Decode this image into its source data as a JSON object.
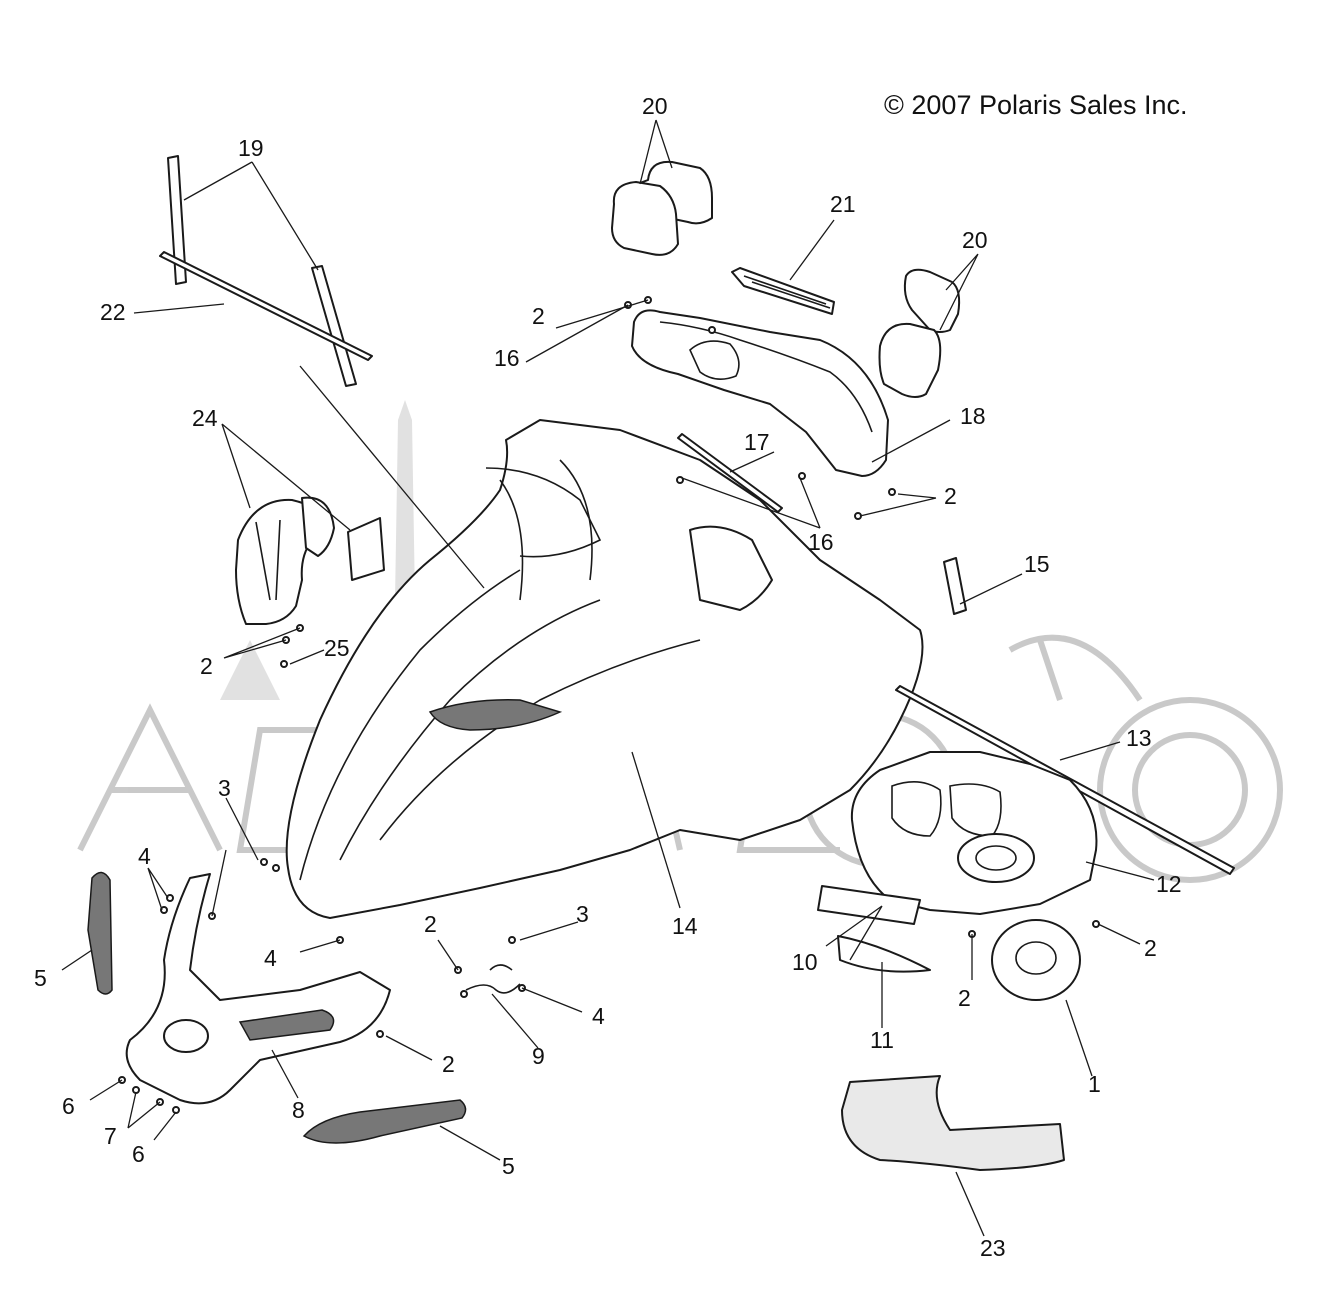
{
  "copyright": "© 2007 Polaris Sales Inc.",
  "callouts": [
    {
      "id": "20a",
      "label": "20"
    },
    {
      "id": "19",
      "label": "19"
    },
    {
      "id": "21",
      "label": "21"
    },
    {
      "id": "20b",
      "label": "20"
    },
    {
      "id": "22",
      "label": "22"
    },
    {
      "id": "2a",
      "label": "2"
    },
    {
      "id": "16a",
      "label": "16"
    },
    {
      "id": "24",
      "label": "24"
    },
    {
      "id": "18",
      "label": "18"
    },
    {
      "id": "17",
      "label": "17"
    },
    {
      "id": "2b",
      "label": "2"
    },
    {
      "id": "16b",
      "label": "16"
    },
    {
      "id": "15",
      "label": "15"
    },
    {
      "id": "2c",
      "label": "2"
    },
    {
      "id": "25",
      "label": "25"
    },
    {
      "id": "13",
      "label": "13"
    },
    {
      "id": "3a",
      "label": "3"
    },
    {
      "id": "4a",
      "label": "4"
    },
    {
      "id": "12",
      "label": "12"
    },
    {
      "id": "14",
      "label": "14"
    },
    {
      "id": "3b",
      "label": "3"
    },
    {
      "id": "2d",
      "label": "2"
    },
    {
      "id": "4b",
      "label": "4"
    },
    {
      "id": "5a",
      "label": "5"
    },
    {
      "id": "2e",
      "label": "2"
    },
    {
      "id": "10",
      "label": "10"
    },
    {
      "id": "4c",
      "label": "4"
    },
    {
      "id": "2f",
      "label": "2"
    },
    {
      "id": "11",
      "label": "11"
    },
    {
      "id": "9",
      "label": "9"
    },
    {
      "id": "2g",
      "label": "2"
    },
    {
      "id": "1",
      "label": "1"
    },
    {
      "id": "6a",
      "label": "6"
    },
    {
      "id": "8",
      "label": "8"
    },
    {
      "id": "7",
      "label": "7"
    },
    {
      "id": "6b",
      "label": "6"
    },
    {
      "id": "5b",
      "label": "5"
    },
    {
      "id": "23",
      "label": "23"
    }
  ]
}
